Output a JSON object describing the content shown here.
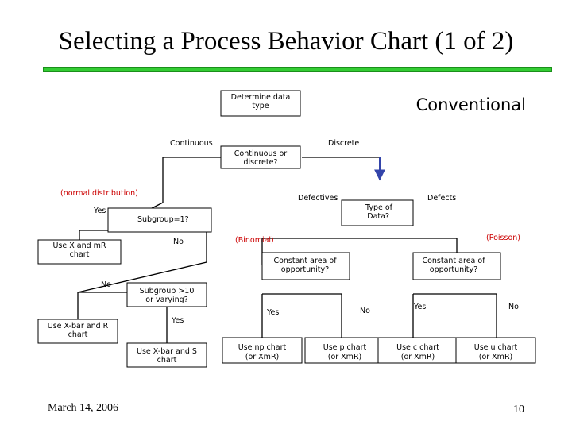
{
  "slide": {
    "title": "Selecting a Process Behavior Chart (1 of 2)",
    "tag": "Conventional",
    "date": "March 14, 2006",
    "page_number": "10",
    "accent_color": "#33cc33"
  },
  "flow": {
    "determine_line1": "Determine data",
    "determine_line2": "type",
    "continuous": "Continuous",
    "discrete": "Discrete",
    "cont_or_disc_line1": "Continuous or",
    "cont_or_disc_line2": "discrete?",
    "normal_distribution": "(normal distribution)",
    "defectives": "Defectives",
    "defects": "Defects",
    "yes1": "Yes",
    "subgroup1": "Subgroup=1?",
    "type_of_data_line1": "Type of",
    "type_of_data_line2": "Data?",
    "use_x_mr_line1": "Use X and mR",
    "use_x_mr_line2": "chart",
    "no1": "No",
    "binomial": "(Binomial)",
    "poisson": "(Poisson)",
    "constant_area_left_line1": "Constant area of",
    "constant_area_left_line2": "opportunity?",
    "constant_area_right_line1": "Constant area of",
    "constant_area_right_line2": "opportunity?",
    "no2": "No",
    "subgroup10_line1": "Subgroup >10",
    "subgroup10_line2": "or varying?",
    "yes2": "Yes",
    "no3": "No",
    "yes3": "Yes",
    "no4": "No",
    "yes4": "Yes",
    "use_xbar_r_line1": "Use X-bar and R",
    "use_xbar_r_line2": "chart",
    "use_xbar_s_line1": "Use X-bar and S",
    "use_xbar_s_line2": "chart",
    "use_np_line1": "Use np chart",
    "use_np_line2": "(or XmR)",
    "use_p_line1": "Use p chart",
    "use_p_line2": "(or XmR)",
    "use_c_line1": "Use c chart",
    "use_c_line2": "(or XmR)",
    "use_u_line1": "Use u chart",
    "use_u_line2": "(or XmR)"
  }
}
